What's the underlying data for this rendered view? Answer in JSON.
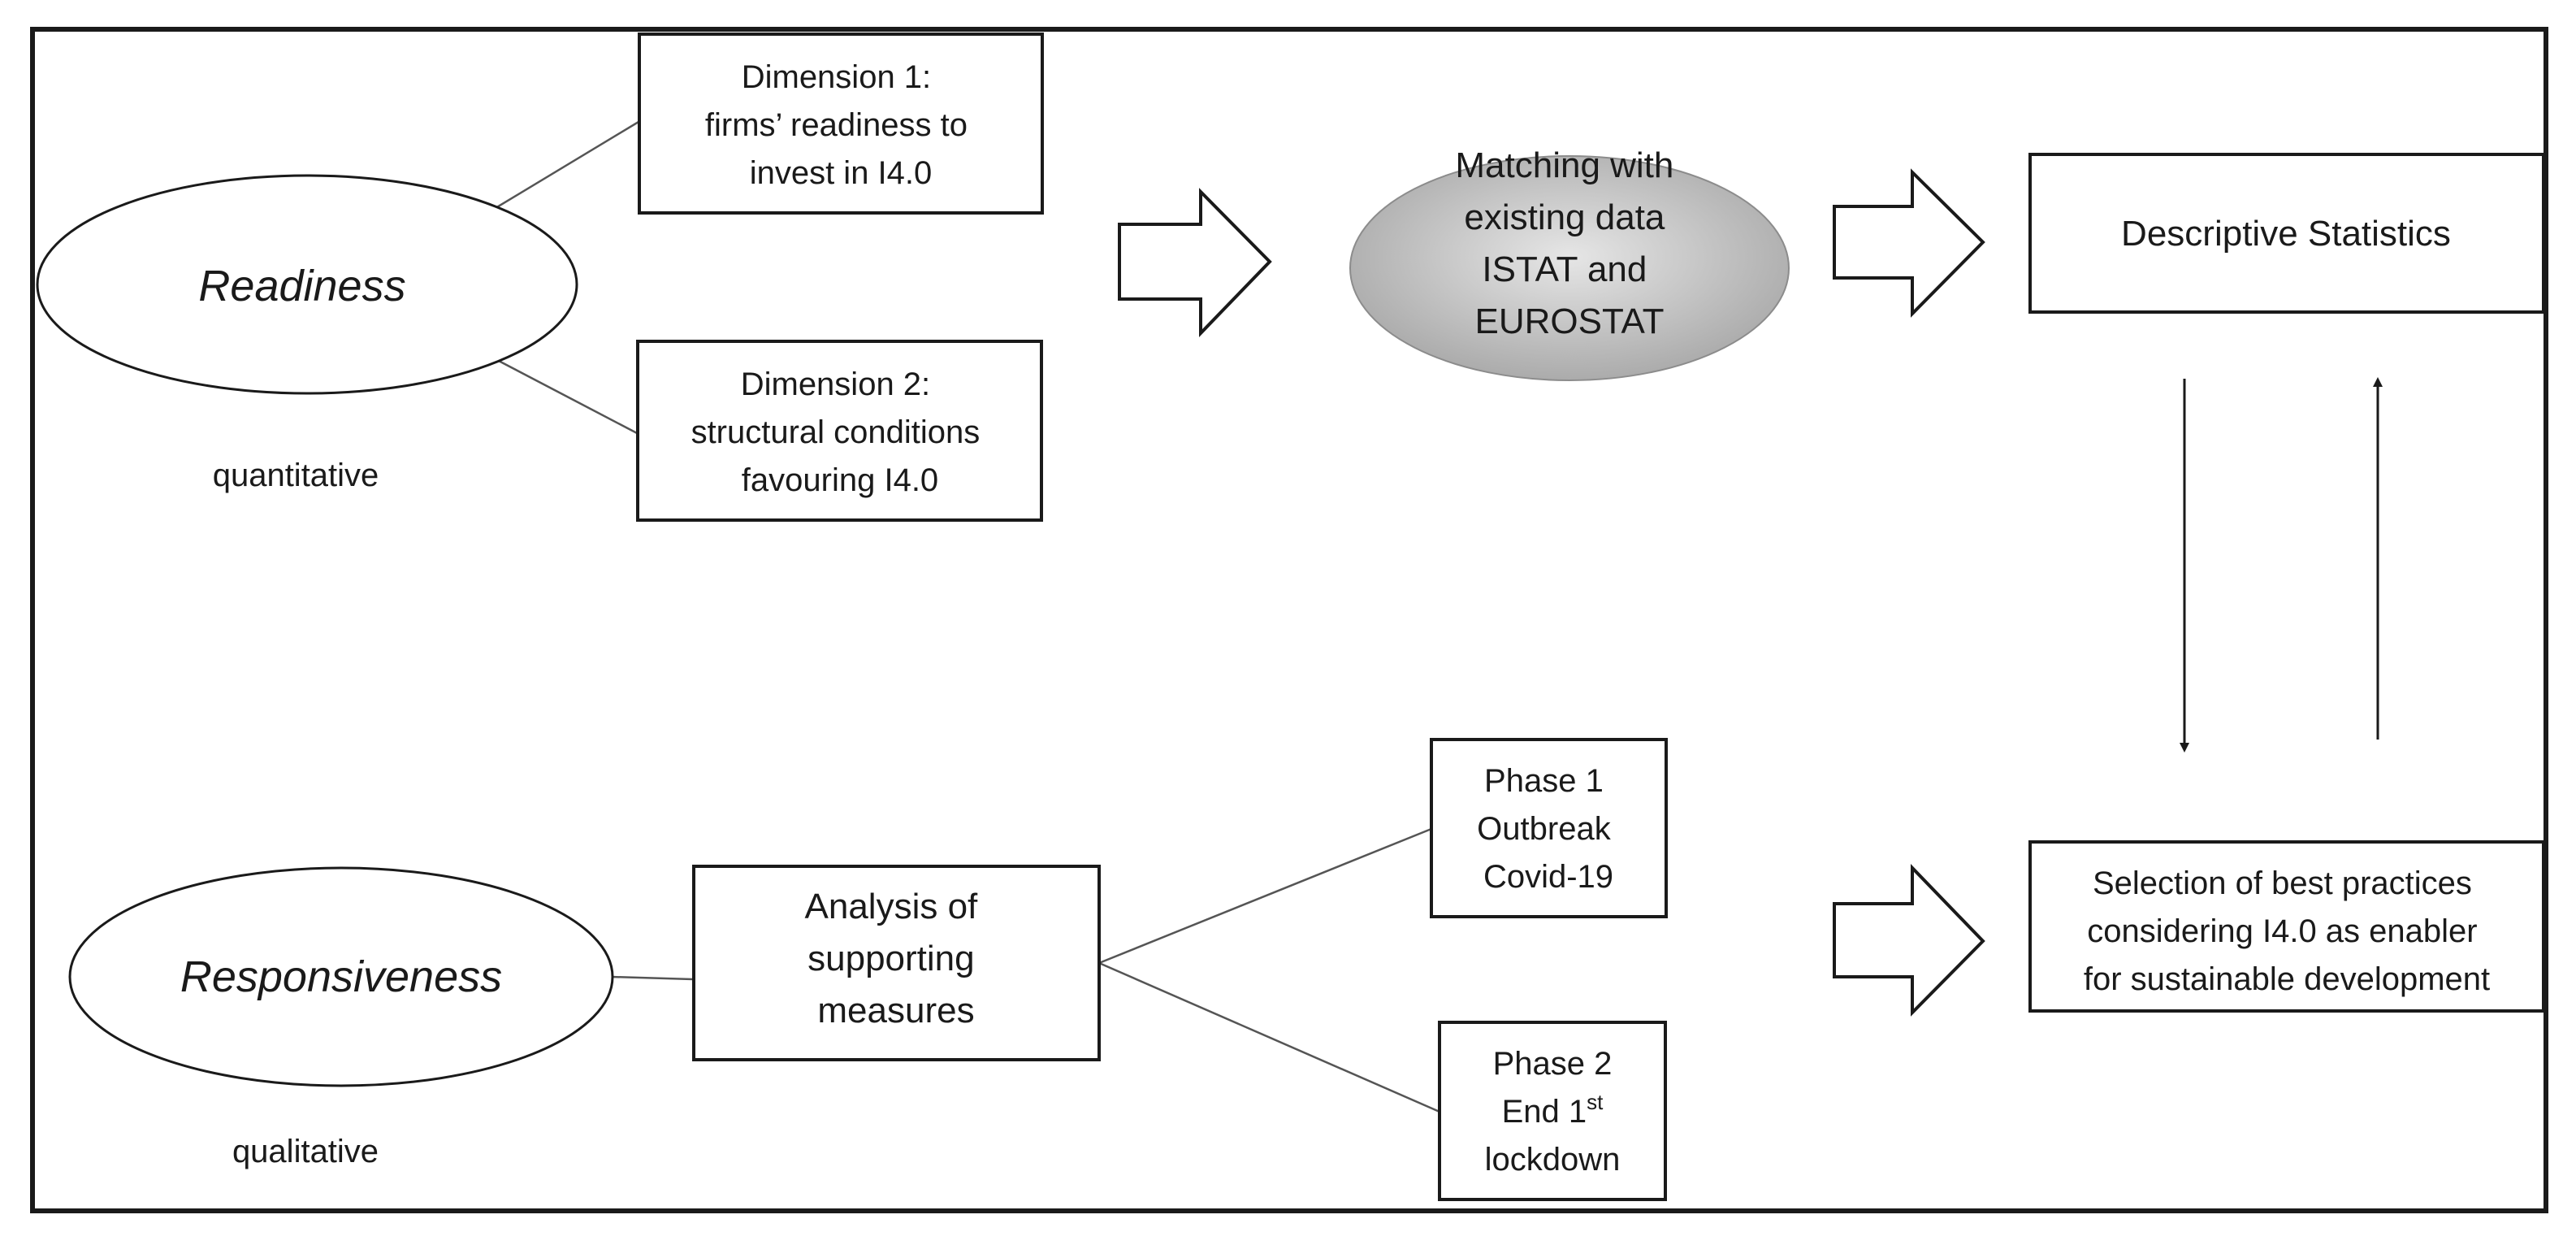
{
  "readiness": {
    "label": "Readiness",
    "type_label": "quantitative",
    "dimension1": [
      "Dimension 1:",
      "firms’ readiness to",
      "invest in I4.0"
    ],
    "dimension2": [
      "Dimension 2:",
      "structural conditions",
      "favouring I4.0"
    ]
  },
  "matching": [
    "Matching with",
    "existing data",
    "ISTAT and",
    "EUROSTAT"
  ],
  "descriptive": "Descriptive Statistics",
  "responsiveness": {
    "label": "Responsiveness",
    "type_label": "qualitative",
    "analysis": [
      "Analysis of",
      "supporting",
      "measures"
    ],
    "phase1": [
      "Phase 1",
      "Outbreak",
      "Covid-19"
    ],
    "phase2": {
      "line1": "Phase 2",
      "line2_main": "End 1",
      "line2_sup": "st",
      "line3": "lockdown"
    }
  },
  "selection": [
    "Selection of best practices",
    "considering I4.0 as enabler",
    "for sustainable development"
  ],
  "colors": {
    "stroke": "#1a1a1a",
    "matching_fill_light": "#e6e6e6",
    "matching_fill_dark": "#a6a6a6"
  }
}
